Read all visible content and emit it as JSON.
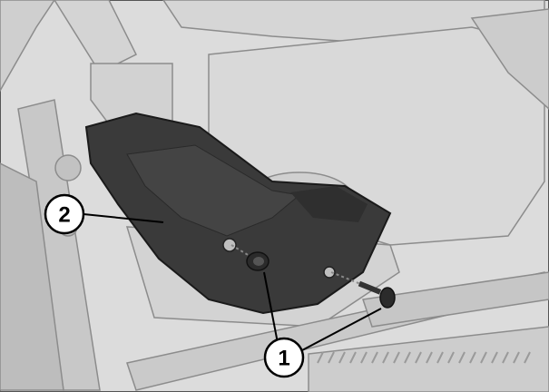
{
  "callouts": {
    "c1": "1",
    "c2": "2"
  },
  "parts": {
    "guard_plate": "guard-plate",
    "fasteners": "screws-with-washers"
  },
  "colors": {
    "background_parts": "#d0d0d0",
    "part_outline": "#8c8c8c",
    "guard_plate": "#3a3a3a",
    "fastener": "#2b2b2b",
    "leader_line": "#000000"
  }
}
